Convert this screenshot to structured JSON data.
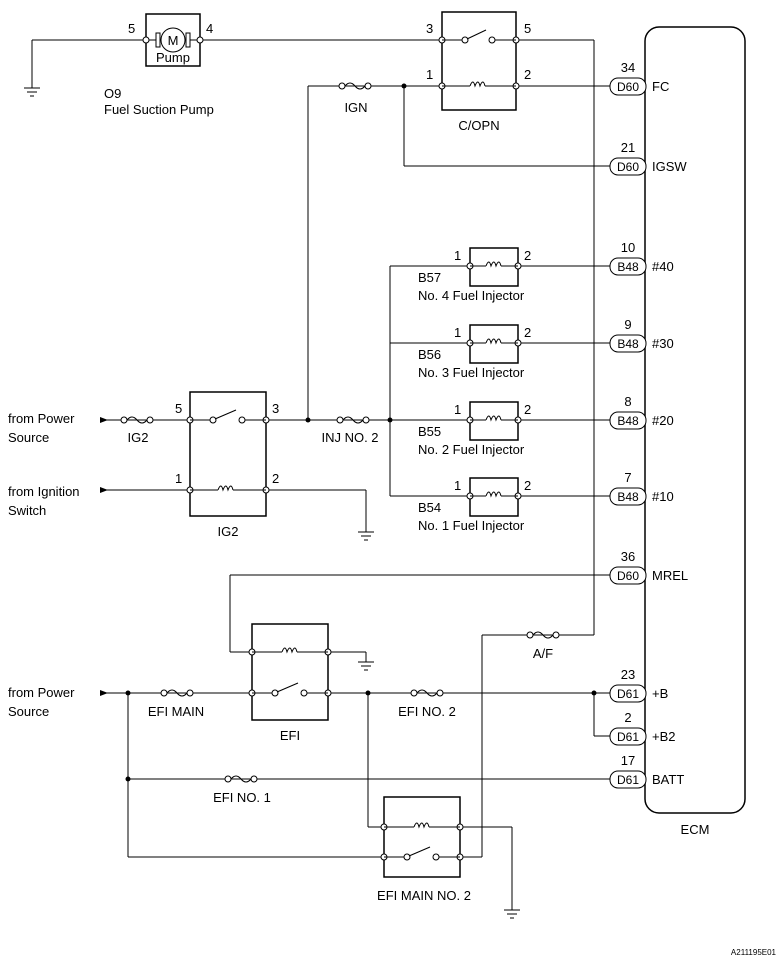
{
  "ecm": {
    "label": "ECM"
  },
  "pump": {
    "motor_letter": "M",
    "pump_label": "Pump",
    "code": "O9",
    "name": "Fuel Suction Pump",
    "pin_left": "5",
    "pin_right": "4"
  },
  "relays": {
    "copn": {
      "label": "C/OPN",
      "pin_switch_in": "3",
      "pin_switch_out": "5",
      "pin_coil_in": "1",
      "pin_coil_out": "2"
    },
    "ig2": {
      "label": "IG2",
      "pin_switch_in": "5",
      "pin_switch_out": "3",
      "pin_coil_in": "1",
      "pin_coil_out": "2"
    },
    "efi": {
      "label": "EFI"
    },
    "efi_main2": {
      "label": "EFI MAIN NO. 2"
    }
  },
  "fuses": {
    "ign": "IGN",
    "ig2": "IG2",
    "inj2": "INJ NO. 2",
    "af": "A/F",
    "efi_main": "EFI MAIN",
    "efi2": "EFI NO. 2",
    "efi1": "EFI NO. 1"
  },
  "sources": {
    "power1_line1": "from Power",
    "power1_line2": "Source",
    "ignition_line1": "from Ignition",
    "ignition_line2": "Switch",
    "power2_line1": "from Power",
    "power2_line2": "Source"
  },
  "injectors": [
    {
      "code": "B57",
      "name": "No. 4 Fuel Injector",
      "pin1": "1",
      "pin2": "2"
    },
    {
      "code": "B56",
      "name": "No. 3 Fuel Injector",
      "pin1": "1",
      "pin2": "2"
    },
    {
      "code": "B55",
      "name": "No. 2 Fuel Injector",
      "pin1": "1",
      "pin2": "2"
    },
    {
      "code": "B54",
      "name": "No. 1 Fuel Injector",
      "pin1": "1",
      "pin2": "2"
    }
  ],
  "ecm_terminals": [
    {
      "pin": "34",
      "connector": "D60",
      "signal": "FC"
    },
    {
      "pin": "21",
      "connector": "D60",
      "signal": "IGSW"
    },
    {
      "pin": "10",
      "connector": "B48",
      "signal": "#40"
    },
    {
      "pin": "9",
      "connector": "B48",
      "signal": "#30"
    },
    {
      "pin": "8",
      "connector": "B48",
      "signal": "#20"
    },
    {
      "pin": "7",
      "connector": "B48",
      "signal": "#10"
    },
    {
      "pin": "36",
      "connector": "D60",
      "signal": "MREL"
    },
    {
      "pin": "23",
      "connector": "D61",
      "signal": "+B"
    },
    {
      "pin": "2",
      "connector": "D61",
      "signal": "+B2"
    },
    {
      "pin": "17",
      "connector": "D61",
      "signal": "BATT"
    }
  ],
  "figure_id": "A211195E01"
}
